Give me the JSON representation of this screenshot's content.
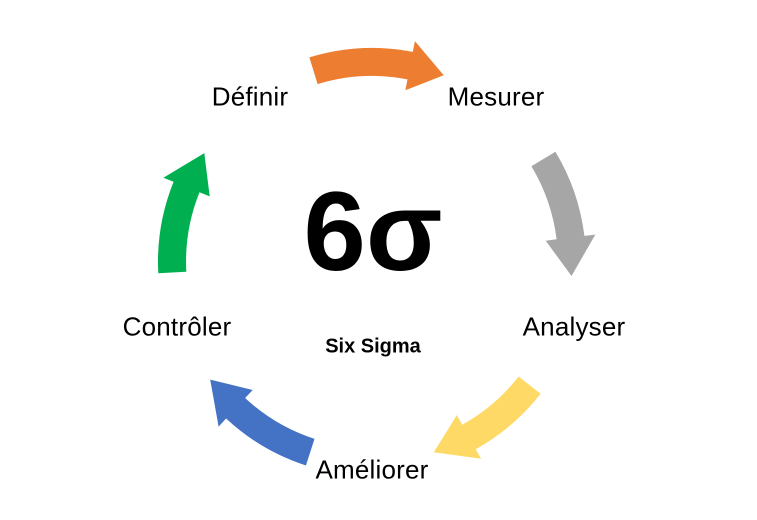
{
  "diagram": {
    "center": {
      "symbol": "6σ",
      "caption": "Six Sigma"
    },
    "steps": [
      {
        "label": "Définir"
      },
      {
        "label": "Mesurer"
      },
      {
        "label": "Analyser"
      },
      {
        "label": "Améliorer"
      },
      {
        "label": "Contrôler"
      }
    ],
    "arrows": [
      {
        "from": "Définir",
        "to": "Mesurer",
        "color": "#ED7D31"
      },
      {
        "from": "Mesurer",
        "to": "Analyser",
        "color": "#A6A6A6"
      },
      {
        "from": "Analyser",
        "to": "Améliorer",
        "color": "#FFD966"
      },
      {
        "from": "Améliorer",
        "to": "Contrôler",
        "color": "#4472C4"
      },
      {
        "from": "Contrôler",
        "to": "Définir",
        "color": "#00B050"
      }
    ],
    "colors": {
      "background": "#FFFFFF",
      "text": "#000000"
    }
  }
}
